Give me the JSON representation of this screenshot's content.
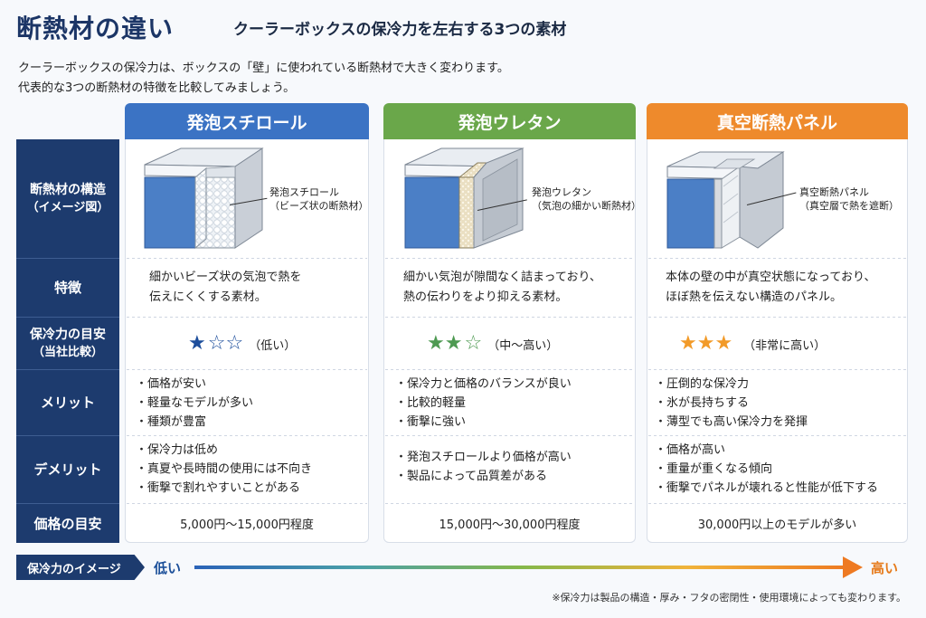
{
  "header": {
    "title": "断熱材の違い",
    "subtitle": "クーラーボックスの保冷力を左右する3つの素材",
    "intro_line1": "クーラーボックスの保冷力は、ボックスの「壁」に使われている断熱材で大きく変わります。",
    "intro_line2": "代表的な3つの断熱材の特徴を比較してみましょう。"
  },
  "rows": {
    "structure": {
      "line1": "断熱材の構造",
      "line2": "（イメージ図）"
    },
    "feature": {
      "line1": "特徴"
    },
    "rating": {
      "line1": "保冷力の目安",
      "line2": "（当社比較）"
    },
    "merit": {
      "line1": "メリット"
    },
    "demerit": {
      "line1": "デメリット"
    },
    "price": {
      "line1": "価格の目安"
    }
  },
  "columns": [
    {
      "name": "発泡スチロール",
      "color": "#3b73c4",
      "illus_label1": "発泡スチロール",
      "illus_label2": "（ビーズ状の断熱材）",
      "feature1": "細かいビーズ状の気泡で熱を",
      "feature2": "伝えにくくする素材。",
      "stars_filled": "★",
      "stars_empty": "☆☆",
      "rating_text": "（低い）",
      "star_color": "#1d4e9c",
      "merits": [
        "価格が安い",
        "軽量なモデルが多い",
        "種類が豊富"
      ],
      "demerits": [
        "保冷力は低め",
        "真夏や長時間の使用には不向き",
        "衝撃で割れやすいことがある"
      ],
      "price": "5,000円〜15,000円程度"
    },
    {
      "name": "発泡ウレタン",
      "color": "#6aa74a",
      "illus_label1": "発泡ウレタン",
      "illus_label2": "（気泡の細かい断熱材）",
      "feature1": "細かい気泡が隙間なく詰まっており、",
      "feature2": "熱の伝わりをより抑える素材。",
      "stars_filled": "★★",
      "stars_empty": "☆",
      "rating_text": "（中〜高い）",
      "star_color": "#4e9a52",
      "merits": [
        "保冷力と価格のバランスが良い",
        "比較的軽量",
        "衝撃に強い"
      ],
      "demerits": [
        "発泡スチロールより価格が高い",
        "製品によって品質差がある"
      ],
      "price": "15,000円〜30,000円程度"
    },
    {
      "name": "真空断熱パネル",
      "color": "#ee8a2c",
      "illus_label1": "真空断熱パネル",
      "illus_label2": "（真空層で熱を遮断）",
      "feature1": "本体の壁の中が真空状態になっており、",
      "feature2": "ほぼ熱を伝えない構造のパネル。",
      "stars_filled": "★★★",
      "stars_empty": "",
      "rating_text": "（非常に高い）",
      "star_color": "#f29a28",
      "merits": [
        "圧倒的な保冷力",
        "氷が長持ちする",
        "薄型でも高い保冷力を発揮"
      ],
      "demerits": [
        "価格が高い",
        "重量が重くなる傾向",
        "衝撃でパネルが壊れると性能が低下する"
      ],
      "price": "30,000円以上のモデルが多い"
    }
  ],
  "scale": {
    "label": "保冷力のイメージ",
    "low": "低い",
    "high": "高い"
  },
  "footnote": "※保冷力は製品の構造・厚み・フタの密閉性・使用環境によっても変わります。"
}
